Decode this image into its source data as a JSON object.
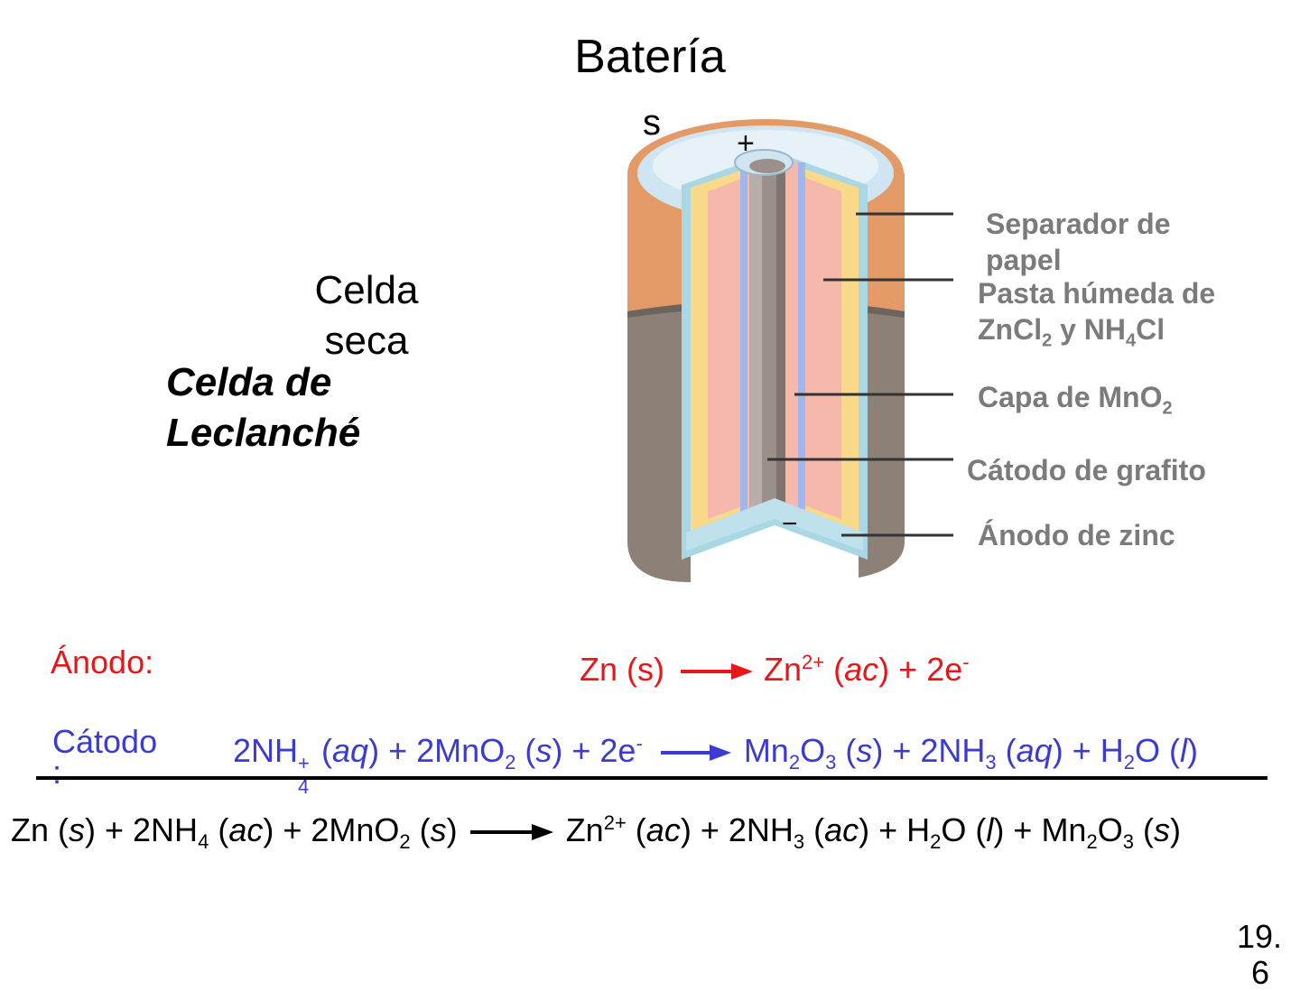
{
  "title": "Batería",
  "title_cut": "s",
  "celda_seca": [
    "Celda",
    "seca"
  ],
  "leclanche": [
    "Celda de",
    "Leclanché"
  ],
  "labels": {
    "separador": [
      "Separador de",
      "papel"
    ],
    "pasta_line1": "Pasta húmeda de",
    "pasta_zn": "ZnCl",
    "pasta_zn_sub": "2",
    "pasta_y": " y NH",
    "pasta_nh_sub": "4",
    "pasta_cl": "Cl",
    "capa": "Capa de MnO",
    "capa_sub": "2",
    "catodo_grafito": "Cátodo de grafito",
    "anodo_zinc": "Ánodo de zinc"
  },
  "battery_signs": {
    "plus": "+",
    "minus": "−"
  },
  "anode": {
    "label": "Ánodo:",
    "lhs": "Zn (s)",
    "rhs_zn": "Zn",
    "rhs_zn_sup": "2+",
    "rhs_rest_a": " (",
    "rhs_ac": "ac",
    "rhs_rest_b": ") + 2e",
    "rhs_e_sup": "-"
  },
  "cathode": {
    "label": "Cátodo",
    "label_cut": ":",
    "nh": "2NH",
    "nh_sup": "+",
    "nh_sub": "4",
    "aq1": "aq",
    "mno": ") + 2MnO",
    "mno_sub": "2",
    "s1": "s",
    "e": ") + 2e",
    "e_sup": "-",
    "mn": "Mn",
    "mn_sub": "2",
    "o": "O",
    "o_sub": "3",
    "s2": "s",
    "nh3": ") + 2NH",
    "nh3_sub": "3",
    "aq2": "aq",
    "h": ") + H",
    "h_sub": "2",
    "h2o": "O (",
    "l": "l",
    "close": ")"
  },
  "overall": {
    "zn": "Zn (",
    "s1": "s",
    "nh": ") + 2NH",
    "nh_sub": "4",
    "ac1": "ac",
    "mno": ") + 2MnO",
    "mno_sub": "2",
    "s2": "s",
    "close1": ")",
    "zn2": "Zn",
    "zn2_sup": "2+",
    "ac2": "ac",
    "nh3": ") + 2NH",
    "nh3_sub": "3",
    "ac3": "ac",
    "h": ") + H",
    "h_sub": "2",
    "h2o": "O (",
    "l": "l",
    "mn": ") + Mn",
    "mn_sub": "2",
    "o": "O",
    "o_sub": "3",
    "s3": "s",
    "close2": ")"
  },
  "page_number": "19.",
  "page_number_cut": "6",
  "colors": {
    "anode": "#e8161b",
    "cathode": "#3b3bd1",
    "label": "#7b7b7b",
    "copper": "#e49a66",
    "zinc_case": "#8c8077",
    "paste": "#f5b8ab",
    "separator": "#f9d98a",
    "mno2": "#9fb6ee"
  }
}
